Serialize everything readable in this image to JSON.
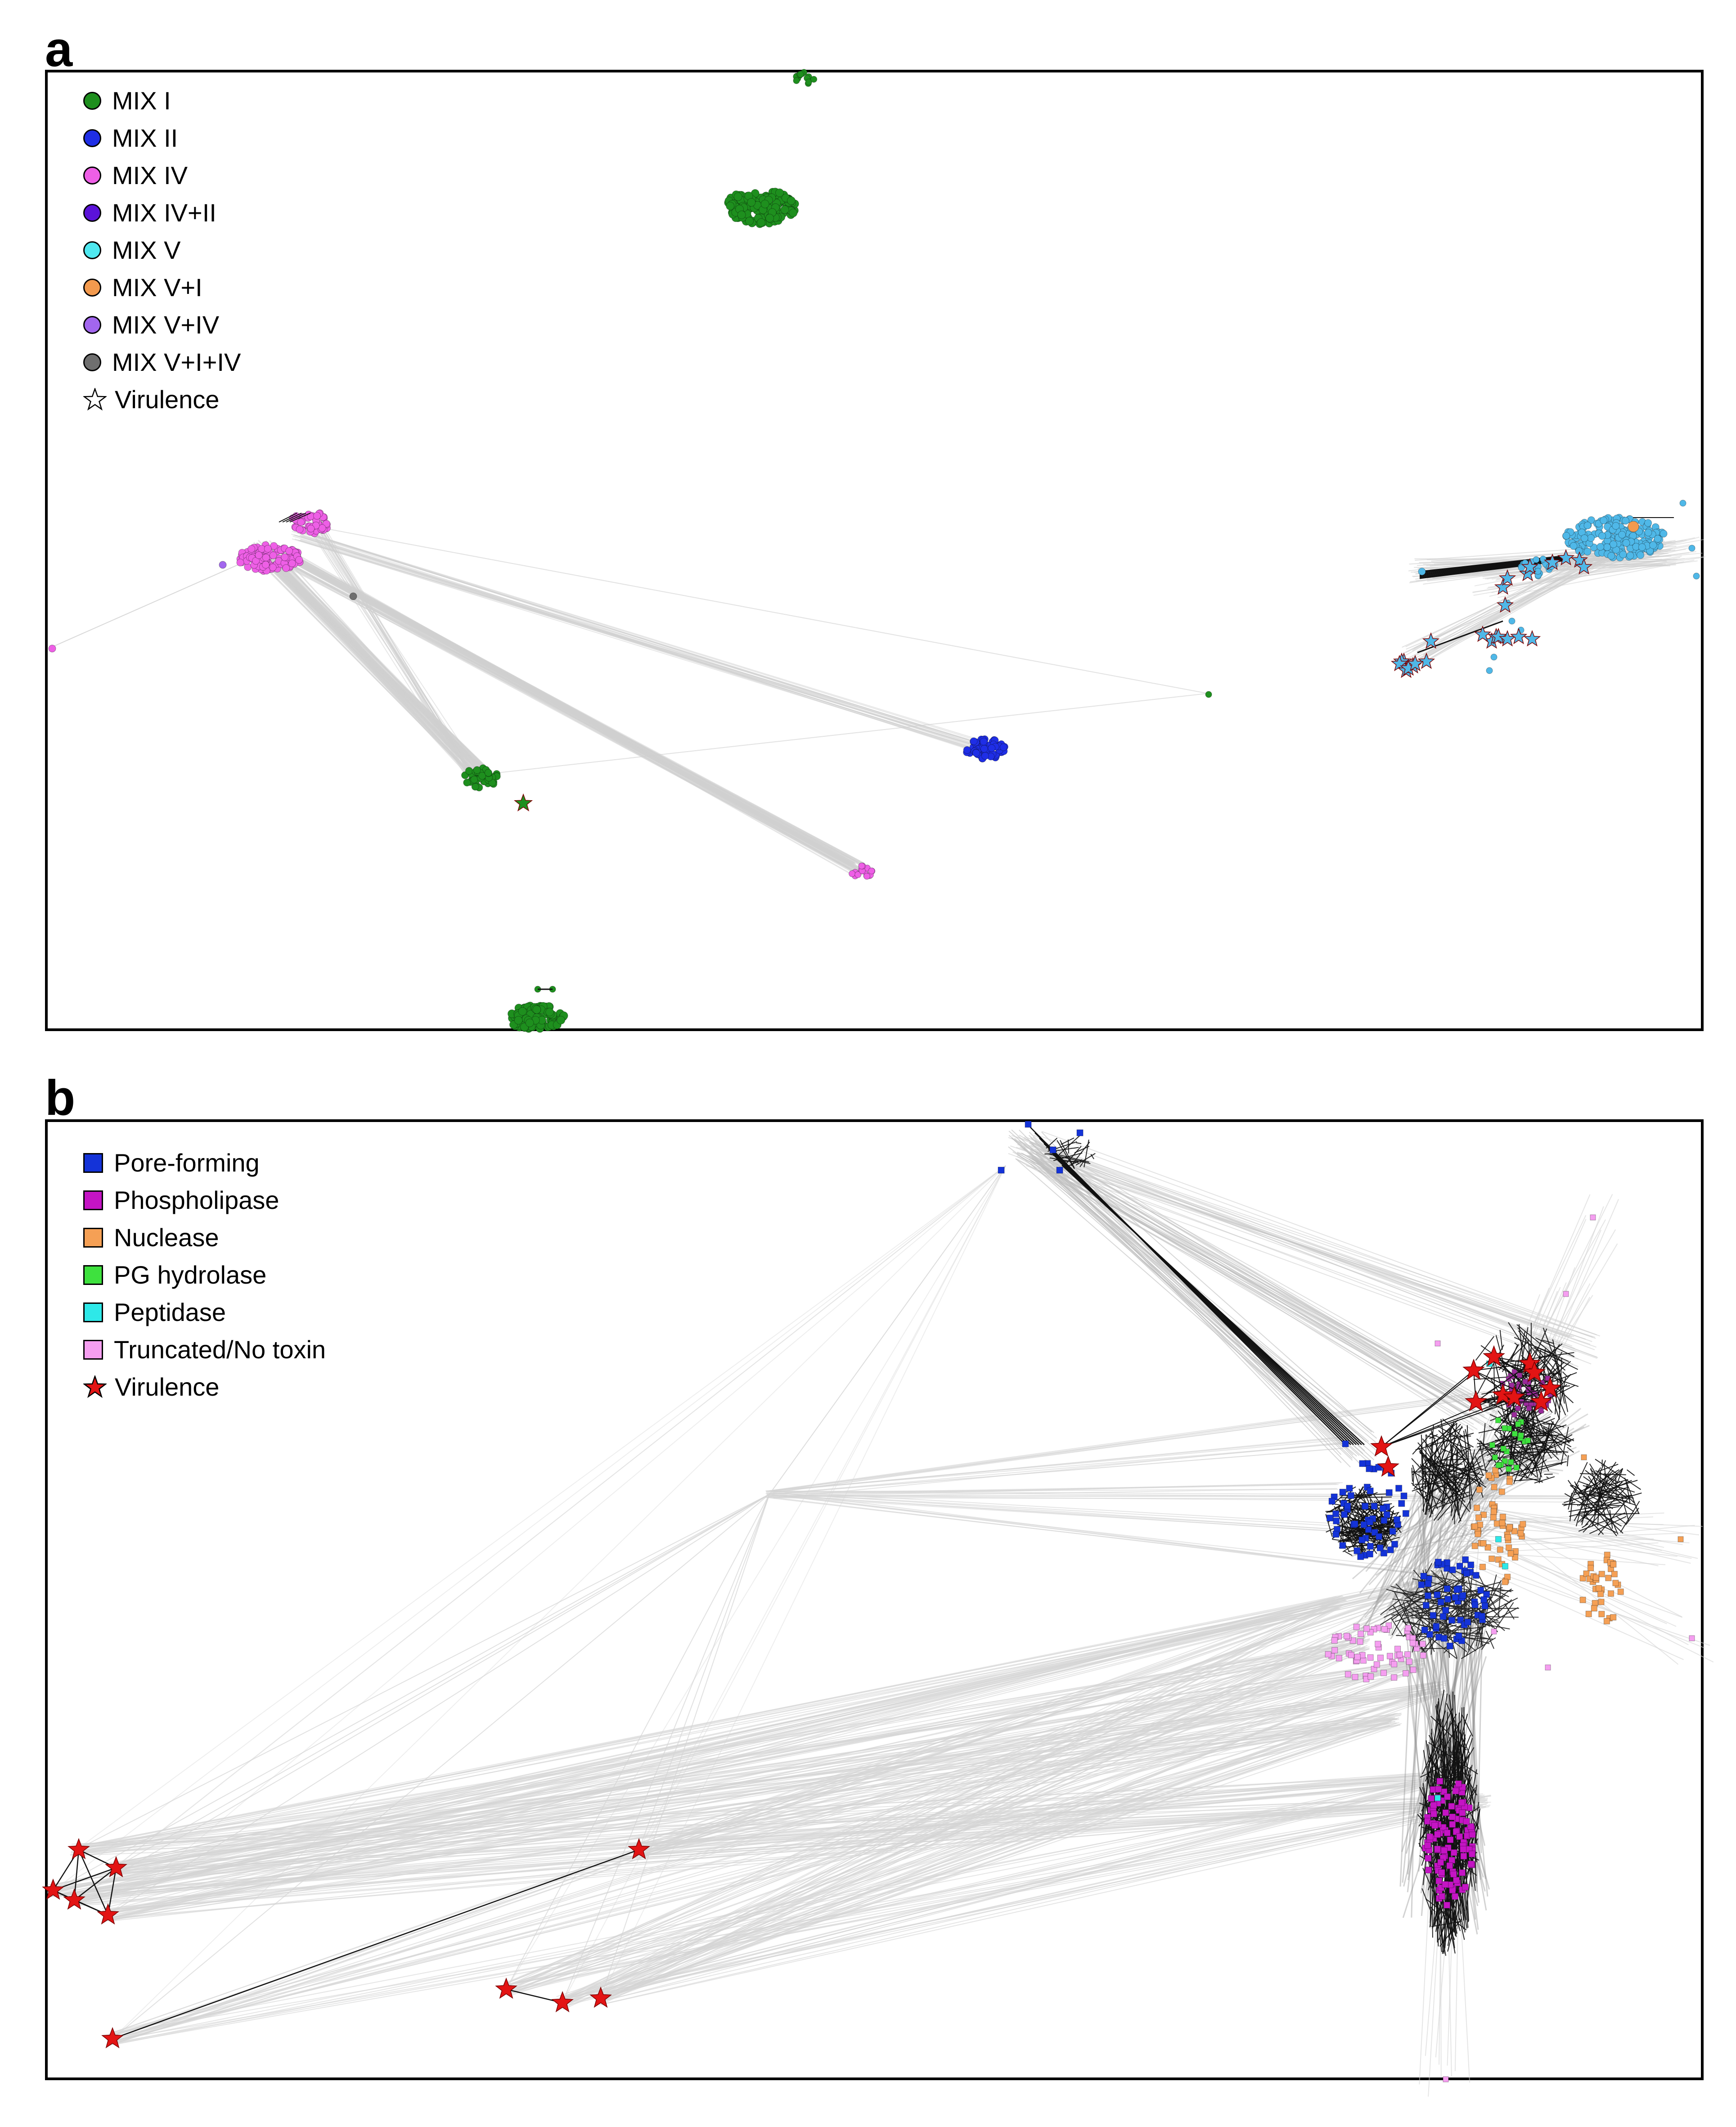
{
  "panel_a": {
    "letter": "a",
    "legend": [
      {
        "label": "MIX I",
        "color": "#1e8f1e",
        "shape": "circle"
      },
      {
        "label": "MIX II",
        "color": "#1f2ee6",
        "shape": "circle"
      },
      {
        "label": "MIX IV",
        "color": "#ee5fe6",
        "shape": "circle"
      },
      {
        "label": "MIX IV+II",
        "color": "#5b12d9",
        "shape": "circle"
      },
      {
        "label": "MIX V",
        "color": "#4fe8f0",
        "shape": "circle"
      },
      {
        "label": "MIX V+I",
        "color": "#f39a4e",
        "shape": "circle"
      },
      {
        "label": "MIX V+IV",
        "color": "#a266ee",
        "shape": "circle"
      },
      {
        "label": "MIX V+I+IV",
        "color": "#6f6f6f",
        "shape": "circle"
      },
      {
        "label": "Virulence",
        "color": "#ffffff",
        "shape": "star"
      }
    ]
  },
  "panel_b": {
    "letter": "b",
    "legend": [
      {
        "label": "Pore-forming",
        "color": "#1433d8",
        "shape": "square"
      },
      {
        "label": "Phospholipase",
        "color": "#c414c4",
        "shape": "square"
      },
      {
        "label": "Nuclease",
        "color": "#f5a055",
        "shape": "square"
      },
      {
        "label": "PG hydrolase",
        "color": "#3ee13e",
        "shape": "square"
      },
      {
        "label": "Peptidase",
        "color": "#2ee8e8",
        "shape": "square"
      },
      {
        "label": "Truncated/No toxin",
        "color": "#f59ef0",
        "shape": "square"
      },
      {
        "label": "Virulence",
        "color": "#e31414",
        "shape": "star"
      }
    ]
  }
}
